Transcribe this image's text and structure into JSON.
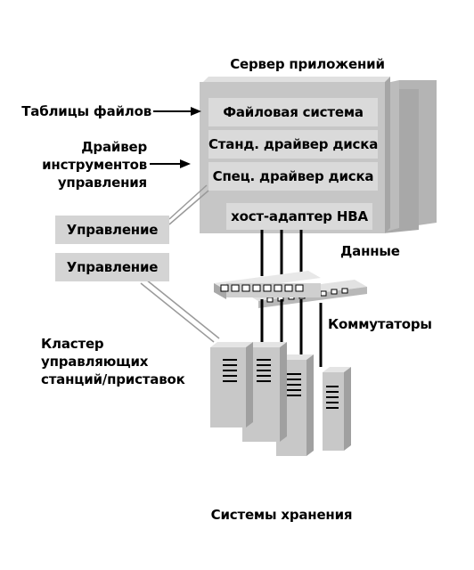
{
  "labels": {
    "app_server": "Сервер приложений",
    "file_tables": "Таблицы файлов",
    "driver_line1": "Драйвер",
    "driver_line2": "инструментов",
    "driver_line3": "управления",
    "data": "Данные",
    "switches": "Коммутаторы",
    "cluster_line1": "Кластер",
    "cluster_line2": "управляющих",
    "cluster_line3": "станций/приставок",
    "storage": "Системы хранения"
  },
  "server_layers": [
    "Файловая система",
    "Станд. драйвер диска",
    "Спец. драйвер диска",
    "хост-адаптер HBA"
  ],
  "management_boxes": [
    "Управление",
    "Управление"
  ],
  "colors": {
    "server_front": "#c6c6c6",
    "server_back": "#b0b0b0",
    "layer_fill": "#d9d9d9",
    "mgmt_fill": "#d4d4d4",
    "storage_fill": "#c8c8c8",
    "line": "#000000"
  }
}
